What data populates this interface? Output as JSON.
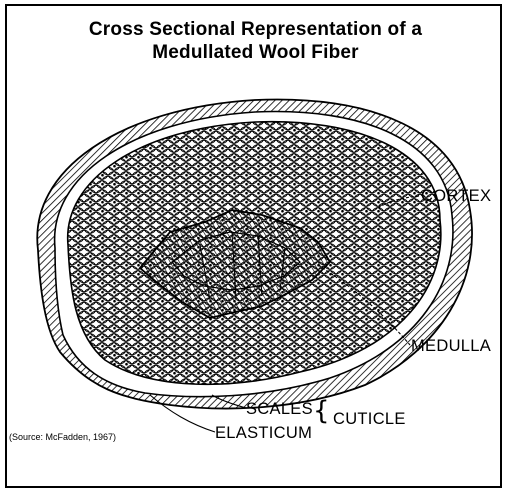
{
  "title": {
    "line1": "Cross Sectional Representation of a",
    "line2": "Medullated Wool Fiber"
  },
  "labels": {
    "cortex": "CORTEX",
    "medulla": "MEDULLA",
    "scales": "SCALES",
    "elasticum": "ELASTICUM",
    "cuticle": "CUTICLE"
  },
  "source": "(Source: McFadden, 1967)",
  "colors": {
    "ink": "#000000",
    "paper": "#ffffff"
  }
}
